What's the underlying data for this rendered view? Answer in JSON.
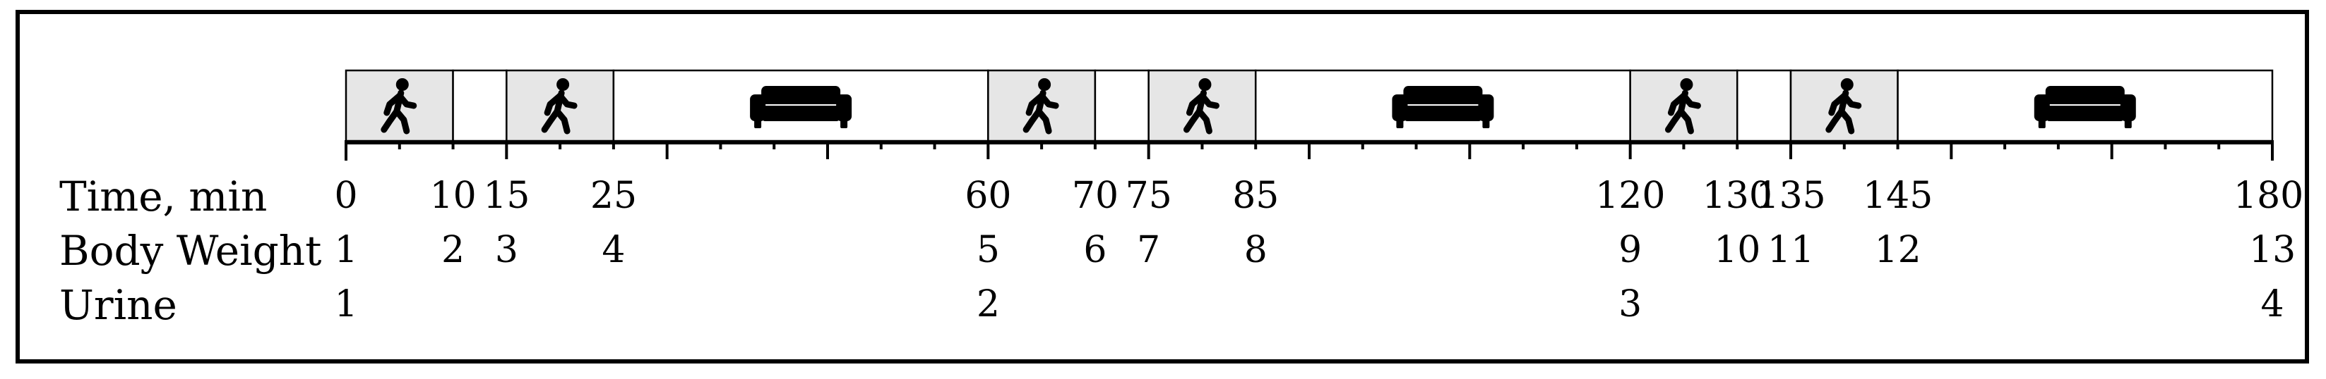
{
  "row_labels": {
    "time": "Time, min",
    "body_weight": "Body Weight",
    "urine": "Urine"
  },
  "timeline": {
    "axis_min": 0,
    "axis_max": 180,
    "minor_tick_step": 5,
    "exercise_color": "#e6e6e6",
    "rest_color": "#ffffff",
    "segments": [
      {
        "start": 0,
        "end": 10,
        "activity": "exercise",
        "icon": "walking-person-icon"
      },
      {
        "start": 10,
        "end": 15,
        "activity": "pause",
        "icon": ""
      },
      {
        "start": 15,
        "end": 25,
        "activity": "exercise",
        "icon": "walking-person-icon"
      },
      {
        "start": 25,
        "end": 60,
        "activity": "rest",
        "icon": "sofa-icon"
      },
      {
        "start": 60,
        "end": 70,
        "activity": "exercise",
        "icon": "walking-person-icon"
      },
      {
        "start": 70,
        "end": 75,
        "activity": "pause",
        "icon": ""
      },
      {
        "start": 75,
        "end": 85,
        "activity": "exercise",
        "icon": "walking-person-icon"
      },
      {
        "start": 85,
        "end": 120,
        "activity": "rest",
        "icon": "sofa-icon"
      },
      {
        "start": 120,
        "end": 130,
        "activity": "exercise",
        "icon": "walking-person-icon"
      },
      {
        "start": 130,
        "end": 135,
        "activity": "pause",
        "icon": ""
      },
      {
        "start": 135,
        "end": 145,
        "activity": "exercise",
        "icon": "walking-person-icon"
      },
      {
        "start": 145,
        "end": 180,
        "activity": "rest",
        "icon": "sofa-icon"
      }
    ],
    "time_labels": [
      {
        "t": 0,
        "text": "0"
      },
      {
        "t": 10,
        "text": "10"
      },
      {
        "t": 15,
        "text": "15"
      },
      {
        "t": 25,
        "text": "25"
      },
      {
        "t": 60,
        "text": "60"
      },
      {
        "t": 70,
        "text": "70"
      },
      {
        "t": 75,
        "text": "75"
      },
      {
        "t": 85,
        "text": "85"
      },
      {
        "t": 120,
        "text": "120"
      },
      {
        "t": 130,
        "text": "130"
      },
      {
        "t": 135,
        "text": "135"
      },
      {
        "t": 145,
        "text": "145"
      },
      {
        "t": 180,
        "text": "180"
      }
    ],
    "body_weight_labels": [
      {
        "t": 0,
        "text": "1"
      },
      {
        "t": 10,
        "text": "2"
      },
      {
        "t": 15,
        "text": "3"
      },
      {
        "t": 25,
        "text": "4"
      },
      {
        "t": 60,
        "text": "5"
      },
      {
        "t": 70,
        "text": "6"
      },
      {
        "t": 75,
        "text": "7"
      },
      {
        "t": 85,
        "text": "8"
      },
      {
        "t": 120,
        "text": "9"
      },
      {
        "t": 130,
        "text": "10"
      },
      {
        "t": 135,
        "text": "11"
      },
      {
        "t": 145,
        "text": "12"
      },
      {
        "t": 180,
        "text": "13"
      }
    ],
    "urine_labels": [
      {
        "t": 0,
        "text": "1"
      },
      {
        "t": 60,
        "text": "2"
      },
      {
        "t": 120,
        "text": "3"
      },
      {
        "t": 180,
        "text": "4"
      }
    ]
  }
}
